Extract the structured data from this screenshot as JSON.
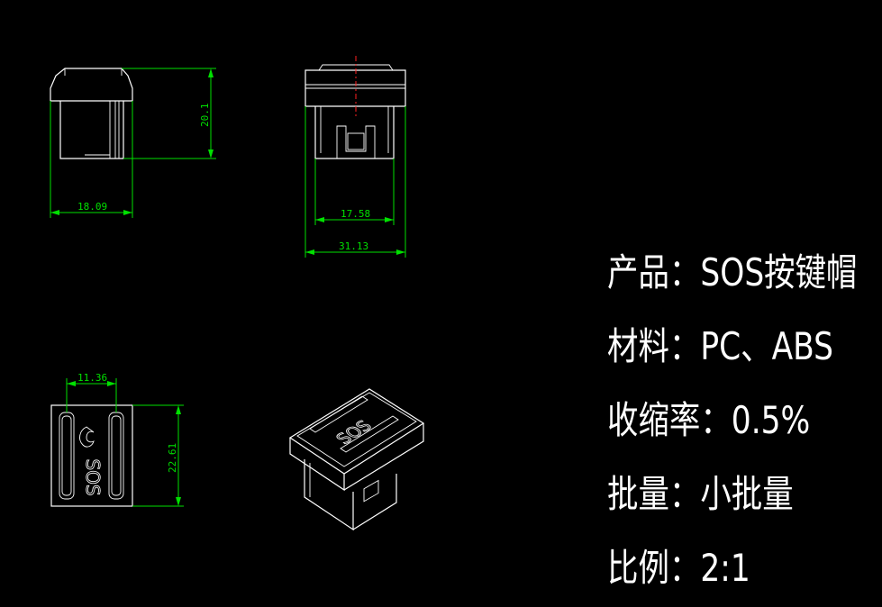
{
  "colors": {
    "background": "#000000",
    "outline": "#ffffff",
    "dimension": "#00e000",
    "centerline": "#ff2020"
  },
  "dimensions": {
    "front_width": "18.09",
    "front_height": "20.1",
    "side_inner_width": "17.58",
    "side_total_width": "31.13",
    "top_slot_width": "11.36",
    "top_length": "22.61"
  },
  "engraving": "SOS",
  "notes": [
    {
      "label": "产品",
      "value": "SOS按键帽"
    },
    {
      "label": "材料",
      "value": "PC、ABS"
    },
    {
      "label": "收缩率",
      "value": "0.5%"
    },
    {
      "label": "批量",
      "value": "小批量"
    },
    {
      "label": "比例",
      "value": "2:1"
    }
  ],
  "note_separator": "："
}
